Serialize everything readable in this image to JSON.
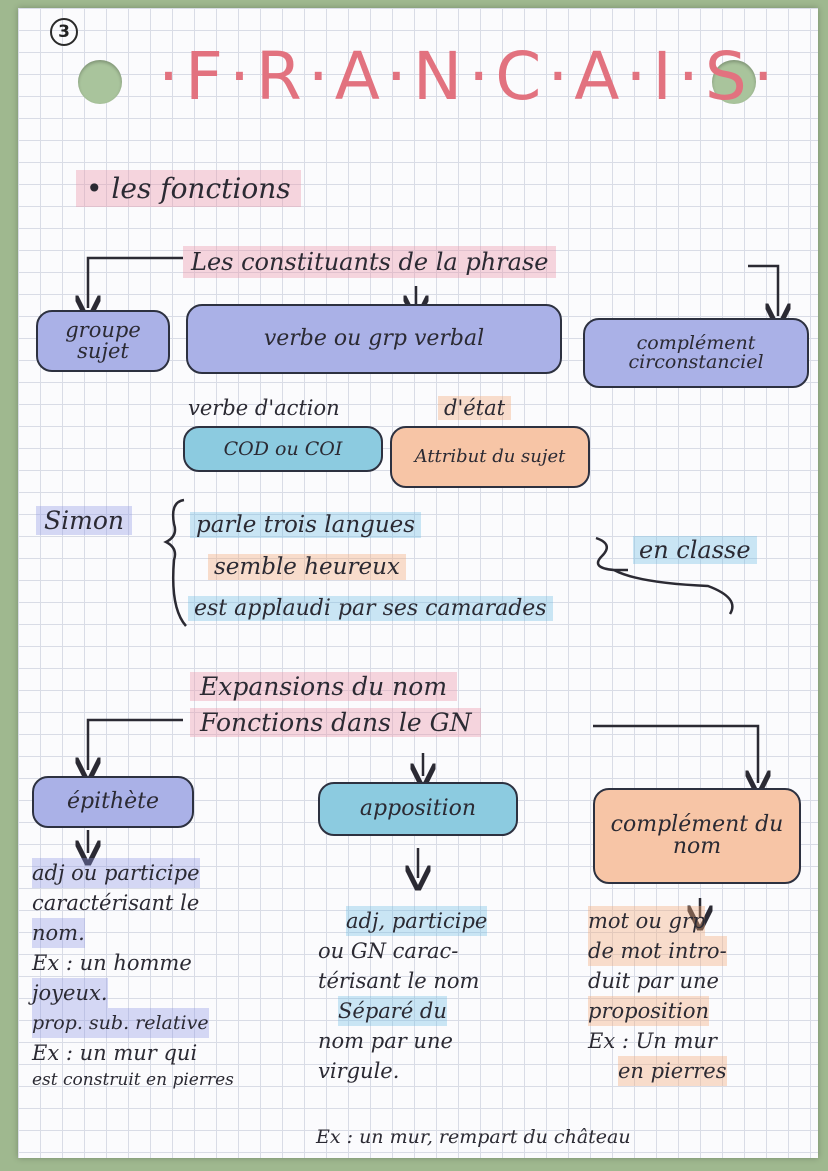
{
  "page": {
    "number": "3",
    "title": "·F·R·A·N·C·A·I·S·",
    "section_heading": "• les fonctions"
  },
  "constituents": {
    "heading": "Les constituants de la phrase",
    "boxes": [
      "groupe sujet",
      "verbe ou grp verbal",
      "complément circonstanciel"
    ],
    "verb_kinds": {
      "action": "verbe d'action",
      "state": "d'état"
    },
    "sub_boxes": [
      "COD ou COI",
      "Attribut du sujet"
    ],
    "example": {
      "subject": "Simon",
      "lines": [
        "parle trois langues",
        "semble heureux",
        "est applaudi par ses camarades"
      ],
      "circumstantial": "en classe"
    }
  },
  "expansions": {
    "heading_line1": "Expansions du nom",
    "heading_line2": "Fonctions dans le GN",
    "boxes": [
      "épithète",
      "apposition",
      "complément du nom"
    ],
    "epithete_notes": [
      "adj ou participe",
      "caractérisant le",
      "nom.",
      "Ex : un homme",
      "joyeux.",
      "prop. sub. relative",
      "Ex : un mur qui",
      "est construit en pierres"
    ],
    "apposition_notes": [
      "adj, participe",
      "ou GN carac-",
      "térisant le nom",
      "Séparé du",
      "nom par une",
      "virgule.",
      "Ex : un mur, rempart du château"
    ],
    "complement_notes": [
      "mot ou grp",
      "de mot intro-",
      "duit par une",
      "proposition",
      "Ex : Un mur",
      "en pierres"
    ]
  }
}
